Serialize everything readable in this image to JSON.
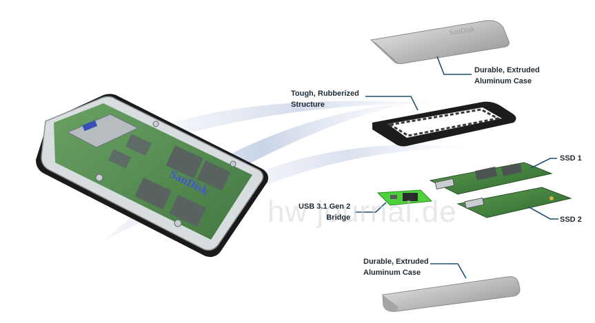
{
  "labels": {
    "top_case": "Durable, Extruded\nAluminum Case",
    "structure": "Tough, Rubberized\nStructure",
    "ssd1": "SSD 1",
    "ssd2": "SSD 2",
    "bridge": "USB 3.1 Gen 2\nBridge",
    "bottom_case": "Durable, Extruded\nAluminum Case"
  },
  "brand": {
    "case_logo": "SanDisk",
    "board_logo": "SanDisk"
  },
  "watermark": "hw journal.de",
  "colors": {
    "pcb": "#3f7a3a",
    "bridge_pcb": "#4cd13c",
    "leader_line": "#1e4f6e",
    "aluminum": "#c9c9c9",
    "rubber": "#1c1c1c"
  }
}
